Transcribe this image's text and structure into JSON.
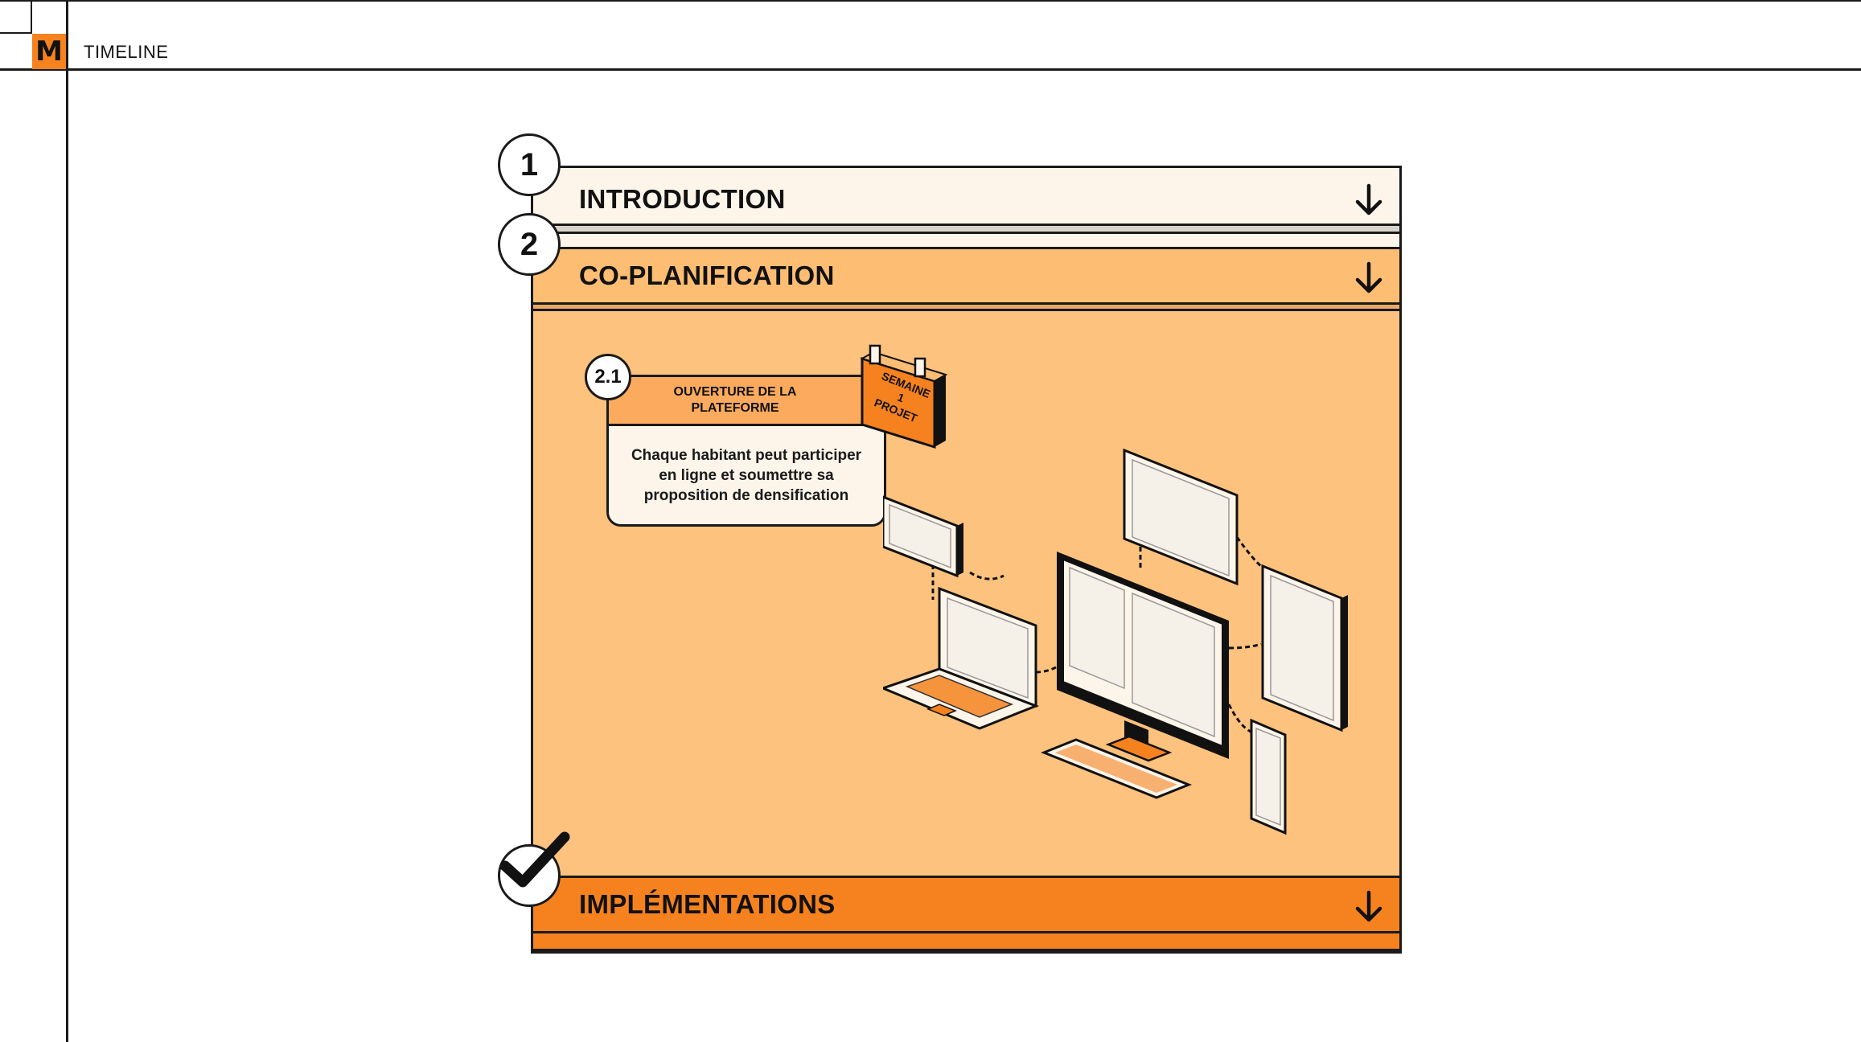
{
  "app": {
    "logo_letter": "M",
    "title": "TIMELINE",
    "accent_color": "#f5821f"
  },
  "timeline": {
    "sections": [
      {
        "step": "1",
        "title": "INTRODUCTION",
        "state": "collapsed",
        "color": "#fdf5ea"
      },
      {
        "step": "2",
        "title": "CO-PLANIFICATION",
        "state": "expanded",
        "color": "#fdbd73"
      },
      {
        "step": "check",
        "title": "IMPLÉMENTATIONS",
        "state": "collapsed",
        "color": "#f5821f"
      }
    ],
    "expanded_step": {
      "number": "2.1",
      "title": "OUVERTURE DE LA PLATEFORME",
      "tag": "SEMAINE 1 PROJET",
      "description": "Chaque habitant peut participer en ligne et soumettre sa proposition de densification"
    }
  },
  "icons": {
    "expand": "arrow-down-icon",
    "step_done": "checkmark-icon",
    "illustration": "connected-devices-illustration"
  }
}
